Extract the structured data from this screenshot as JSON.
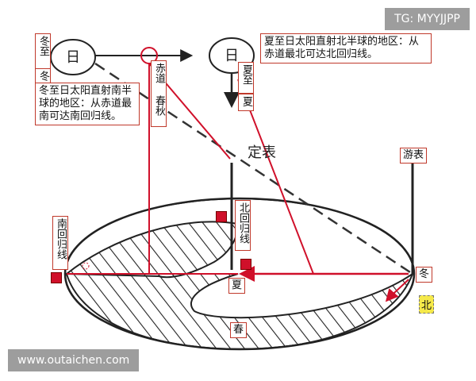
{
  "watermark_top": "TG: MYYJJPP",
  "watermark_bottom": "www.outaichen.com",
  "sun_glyph": "日",
  "labels": {
    "winter_solstice_top": "冬至",
    "winter_top_small": "冬",
    "summer_solstice_side": "夏至",
    "summer_small": "夏",
    "winter_desc": "冬至日太阳直射南半球的地区：从赤道最南可达南回归线。",
    "summer_desc": "夏至日太阳直射北半球的地区：从赤道最北可达北回归线。",
    "equator_equinox": "赤道 春秋",
    "fixed_pole": "定表",
    "moving_pole": "游表",
    "tropic_cancer": "北回归线",
    "tropic_capricorn": "南回归线",
    "summer_mark": "夏",
    "spring_mark": "春",
    "winter_mark": "冬",
    "north": "北"
  },
  "colors": {
    "accent_red": "#d0102a",
    "line_dark": "#222222"
  }
}
